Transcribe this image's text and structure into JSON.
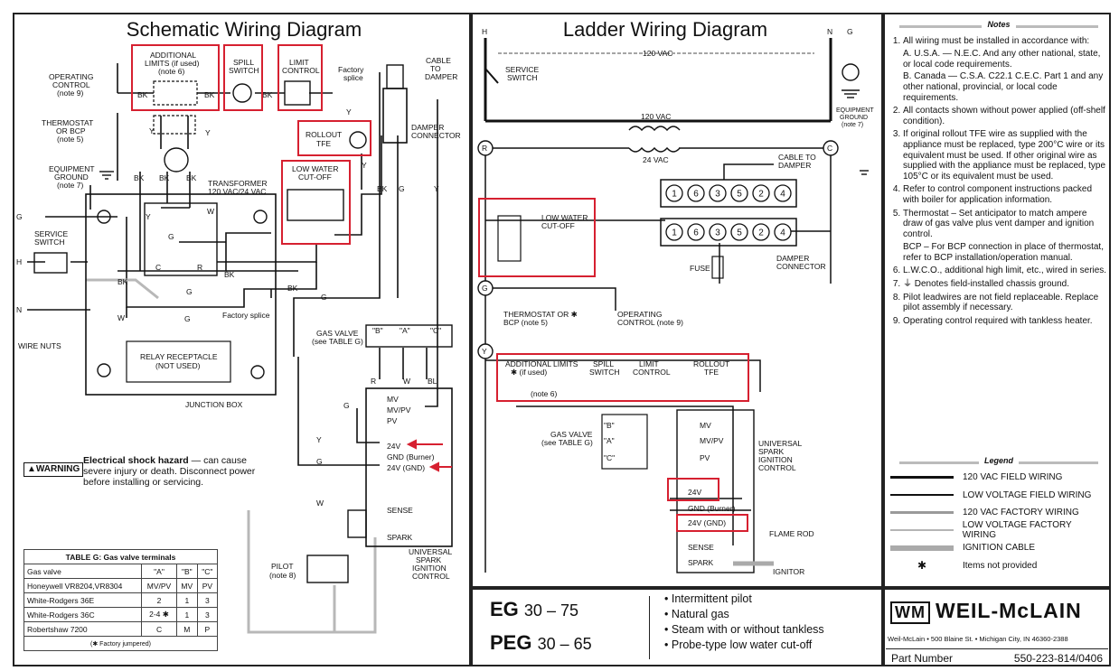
{
  "schematic": {
    "title": "Schematic Wiring Diagram",
    "labels": {
      "additional_limits": "ADDITIONAL",
      "additional_limits_2": "LIMITS (if used)",
      "note6": "(note 6)",
      "spill_switch": "SPILL",
      "spill_switch_2": "SWITCH",
      "limit_control": "LIMIT",
      "limit_control_2": "CONTROL",
      "factory_splice": "Factory",
      "factory_splice_2": "splice",
      "cable_to_damper": "CABLE",
      "cable_to_damper_2": "TO",
      "cable_to_damper_3": "DAMPER",
      "operating_control": "OPERATING",
      "operating_control_2": "CONTROL",
      "note9": "(note 9)",
      "thermostat": "THERMOSTAT",
      "thermostat_2": "OR BCP",
      "note5": "(note 5)",
      "rollout_tfe": "ROLLOUT",
      "rollout_tfe_2": "TFE",
      "damper_connector": "DAMPER",
      "damper_connector_2": "CONNECTOR",
      "equipment_ground": "EQUIPMENT",
      "equipment_ground_2": "GROUND",
      "note7": "(note 7)",
      "transformer": "TRANSFORMER",
      "transformer_2": "120 VAC/24 VAC",
      "low_water_cutoff": "LOW WATER",
      "low_water_cutoff_2": "CUT-OFF",
      "service_switch": "SERVICE",
      "service_switch_2": "SWITCH",
      "factory_splice_b": "Factory splice",
      "wire_nuts": "WIRE NUTS",
      "gas_valve": "GAS VALVE",
      "gas_valve_2": "(see TABLE G)",
      "relay_receptacle": "RELAY RECEPTACLE",
      "relay_receptacle_2": "(NOT USED)",
      "junction_box": "JUNCTION BOX",
      "pilot": "PILOT",
      "note8": "(note 8)",
      "universal": "UNIVERSAL",
      "spark": "SPARK",
      "ignition": "IGNITION",
      "control": "CONTROL",
      "term_mv": "MV",
      "term_mvpv": "MV/PV",
      "term_pv": "PV",
      "term_24v": "24V",
      "term_gnd": "GND (Burner)",
      "term_24vgnd": "24V (GND)",
      "term_sense": "SENSE",
      "term_spark": "SPARK",
      "valve_b": "\"B\"",
      "valve_a": "\"A\"",
      "valve_c": "\"C\"",
      "bk": "BK",
      "y": "Y",
      "w": "W",
      "g": "G",
      "r": "R",
      "c": "C",
      "h": "H",
      "n": "N",
      "bl": "BL"
    },
    "warning": {
      "badge": "▲WARNING",
      "bold": "Electrical shock hazard",
      "text": " — can cause severe injury or death. Disconnect power before installing or servicing."
    },
    "table_g": {
      "title": "TABLE G: Gas valve terminals",
      "headers": [
        "Gas valve",
        "\"A\"",
        "\"B\"",
        "\"C\""
      ],
      "rows": [
        [
          "Honeywell VR8204,VR8304",
          "MV/PV",
          "MV",
          "PV"
        ],
        [
          "White-Rodgers 36E",
          "2",
          "1",
          "3"
        ],
        [
          "White-Rodgers 36C",
          "2-4 ✱",
          "1",
          "3"
        ],
        [
          "Robertshaw 7200",
          "C",
          "M",
          "P"
        ]
      ],
      "footnote": "(✱ Factory jumpered)"
    }
  },
  "ladder": {
    "title": "Ladder Wiring Diagram",
    "labels": {
      "h": "H",
      "n": "N",
      "g": "G",
      "vac_top": "120 VAC",
      "service_switch": "SERVICE",
      "service_switch_2": "SWITCH",
      "equipment_ground": "EQUIPMENT",
      "equipment_ground_2": "GROUND",
      "note7": "(note 7)",
      "trans_120": "120 VAC",
      "trans_24": "24 VAC",
      "r": "R",
      "c": "C",
      "cable_to_damper": "CABLE TO",
      "cable_to_damper_2": "DAMPER",
      "low_water_cutoff": "LOW WATER",
      "low_water_cutoff_2": "CUT-OFF",
      "fuse": "FUSE",
      "damper_connector": "DAMPER",
      "damper_connector_2": "CONNECTOR",
      "thermostat": "THERMOSTAT OR ✱",
      "thermostat_2": "BCP (note 5)",
      "operating_control": "OPERATING",
      "operating_control_2": "CONTROL (note 9)",
      "y": "Y",
      "additional_limits": "ADDITIONAL LIMITS",
      "additional_limits_2": "✱ (if used)",
      "note6": "(note 6)",
      "spill_switch": "SPILL",
      "spill_switch_2": "SWITCH",
      "limit_control": "LIMIT",
      "limit_control_2": "CONTROL",
      "rollout_tfe": "ROLLOUT",
      "rollout_tfe_2": "TFE",
      "gas_valve": "GAS VALVE",
      "gas_valve_2": "(see TABLE G)",
      "vb": "\"B\"",
      "va": "\"A\"",
      "vc": "\"C\"",
      "mv": "MV",
      "mvpv": "MV/PV",
      "pv": "PV",
      "universal": "UNIVERSAL",
      "spark": "SPARK",
      "ignition": "IGNITION",
      "control": "CONTROL",
      "t24v": "24V",
      "tgnd": "GND (Burner)",
      "t24vgnd": "24V (GND)",
      "sense": "SENSE",
      "tspark": "SPARK",
      "flame_rod": "FLAME ROD",
      "ignitor": "IGNITOR",
      "pins": [
        "1",
        "6",
        "3",
        "5",
        "2",
        "4"
      ]
    }
  },
  "notes": {
    "header": "Notes",
    "items": [
      "All wiring must be installed in accordance with:",
      "All contacts shown without power applied (off-shelf condition).",
      "If original rollout TFE wire as supplied with the appliance must be replaced, type 200°C wire or its equivalent must be used. If other original wire as supplied with the appliance must be replaced, type 105°C or its equivalent must be used.",
      "Refer to control component instructions packed with boiler for application information.",
      "Thermostat – Set anticipator to match ampere draw of gas valve plus vent damper and ignition control.",
      "L.W.C.O., additional high limit, etc., wired in series.",
      "⏚ Denotes field-installed chassis ground.",
      "Pilot leadwires are not field replaceable. Replace pilot assembly if necessary.",
      "Operating control required with tankless heater."
    ],
    "note1a": "A. U.S.A. — N.E.C. And any other national, state, or local code requirements.",
    "note1b": "B. Canada — C.S.A. C22.1 C.E.C. Part 1 and any other national, provincial, or local code requirements.",
    "note5b": "BCP – For BCP connection in place of thermostat, refer to BCP installation/operation manual."
  },
  "legend": {
    "header": "Legend",
    "items": [
      {
        "label": "120 VAC FIELD WIRING",
        "color": "#111111",
        "width": 3
      },
      {
        "label": "LOW VOLTAGE FIELD WIRING",
        "color": "#111111",
        "width": 2
      },
      {
        "label": "120 VAC FACTORY WIRING",
        "color": "#9a9a9a",
        "width": 3
      },
      {
        "label": "LOW VOLTAGE FACTORY WIRING",
        "color": "#b5b5b5",
        "width": 2
      },
      {
        "label": "IGNITION CABLE",
        "color": "#aaaaaa",
        "width": 6
      },
      {
        "label": "Items not provided",
        "color": "#111111",
        "width": 0
      }
    ]
  },
  "footer": {
    "model1": "EG",
    "model1_range": "30 – 75",
    "model2": "PEG",
    "model2_range": "30 – 65",
    "bullets": [
      "Intermittent pilot",
      "Natural gas",
      "Steam with or without tankless",
      "Probe-type low water cut-off"
    ],
    "brand": "WEIL-McLAIN",
    "brand_mark": "WM",
    "address": "Weil-McLain • 500 Blaine St. • Michigan City, IN 46360-2388",
    "part_label": "Part Number",
    "part_number": "550-223-814/0406"
  },
  "colors": {
    "highlight": "#d62030",
    "factory_wire": "#b8b8b8"
  }
}
